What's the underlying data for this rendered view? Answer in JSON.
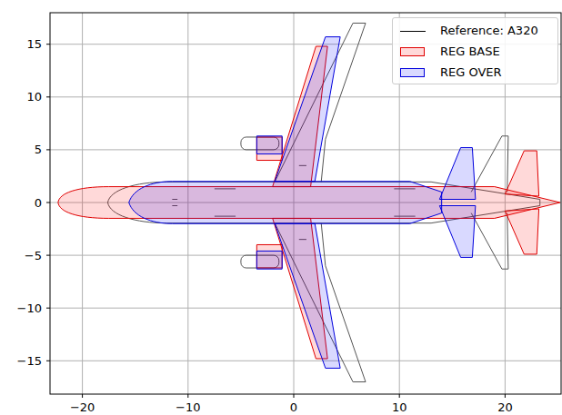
{
  "diagram": {
    "labels": [
      "15",
      "10",
      "5",
      "0",
      "−5",
      "−10",
      "−15",
      "−20",
      "−10",
      "0",
      "10",
      "20"
    ],
    "legend": [
      {
        "text": "Reference: A320"
      },
      {
        "text": "REG BASE",
        "color": "#ffd9d9"
      },
      {
        "text": "REG OVER",
        "color": "#d9d9ff"
      }
    ]
  }
}
